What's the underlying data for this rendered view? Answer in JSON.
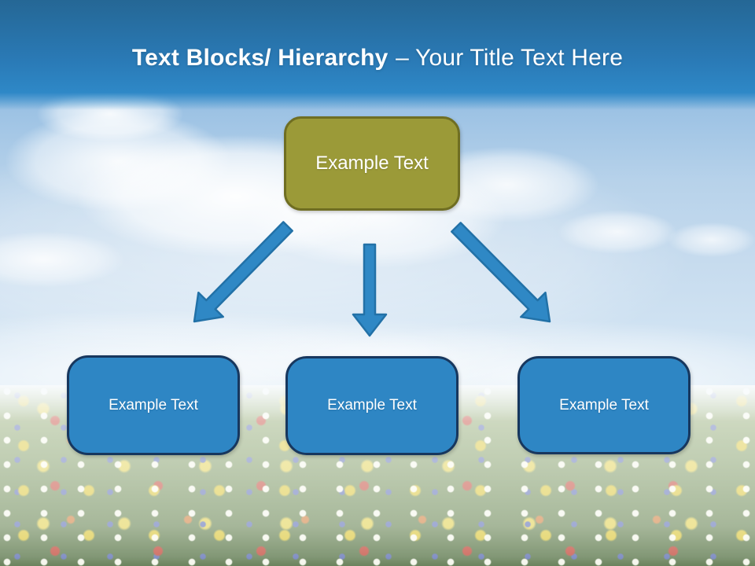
{
  "slide": {
    "title": {
      "emphasis": "Text Blocks/ Hierarchy",
      "rest": "– Your Title Text Here"
    },
    "background": "photo of blue sky with cumulus clouds over a tulip flower field, washed with white haze"
  },
  "hierarchy": {
    "root": {
      "label": "Example Text"
    },
    "children": [
      {
        "label": "Example Text"
      },
      {
        "label": "Example Text"
      },
      {
        "label": "Example Text"
      }
    ],
    "connectors": [
      {
        "name": "arrow-down-left-icon",
        "direction": "down-left"
      },
      {
        "name": "arrow-down-icon",
        "direction": "down"
      },
      {
        "name": "arrow-down-right-icon",
        "direction": "down-right"
      }
    ]
  },
  "colors": {
    "header_top": "#256795",
    "header_bottom": "#2E88C7",
    "title_text": "#FFFFFF",
    "root_fill": "#9B9A38",
    "root_border": "#6F6E22",
    "child_fill": "#2E86C4",
    "child_border": "#17375E",
    "arrow_fill": "#2F88C5",
    "arrow_stroke": "#2271A7",
    "node_text": "#FFFFFF"
  }
}
